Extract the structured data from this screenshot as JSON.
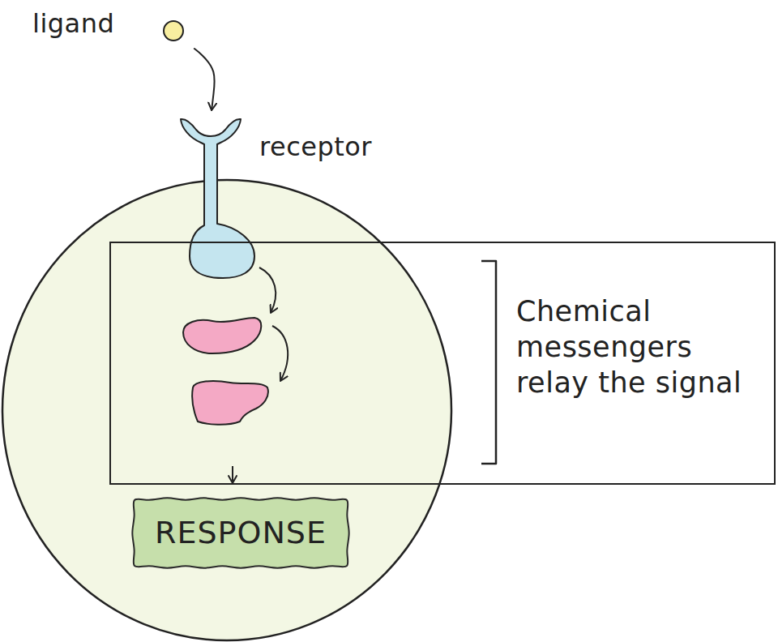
{
  "diagram": {
    "nodes": [
      {
        "text": [
          "ligand"
        ]
      },
      {
        "text": [
          "receptor"
        ]
      },
      {
        "text": [
          "Chemical messengers relay the signal"
        ]
      },
      {
        "text": [
          "RESPONSE"
        ]
      }
    ],
    "edges": [
      {
        "from": 0,
        "to": 1,
        "arrow": "to"
      }
    ]
  }
}
